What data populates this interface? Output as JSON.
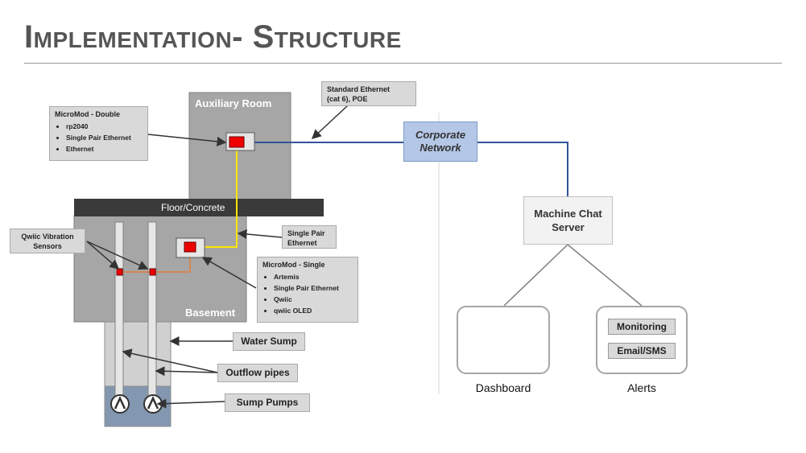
{
  "title": "Implementation- Structure",
  "rooms": {
    "auxiliary": "Auxiliary Room",
    "floor": "Floor/Concrete",
    "basement": "Basement"
  },
  "callouts": {
    "micromod_double": {
      "title": "MicroMod - Double",
      "items": [
        "rp2040",
        "Single Pair Ethernet",
        "Ethernet"
      ]
    },
    "standard_ethernet": {
      "line1": "Standard Ethernet",
      "line2": "(cat 6), POE"
    },
    "qwiic_sensors": {
      "line1": "Qwiic Vibration",
      "line2": "Sensors"
    },
    "single_pair_ethernet": {
      "line1": "Single Pair",
      "line2": "Ethernet"
    },
    "micromod_single": {
      "title": "MicroMod - Single",
      "items": [
        "Artemis",
        "Single Pair Ethernet",
        "Qwiic",
        "qwiic OLED"
      ]
    },
    "water_sump": "Water Sump",
    "outflow_pipes": "Outflow pipes",
    "sump_pumps": "Sump Pumps"
  },
  "network": {
    "corporate": {
      "line1": "Corporate",
      "line2": "Network"
    },
    "server": {
      "line1": "Machine Chat",
      "line2": "Server"
    }
  },
  "outputs": {
    "dashboard_label": "Dashboard",
    "alerts_label": "Alerts",
    "alert_items": [
      "Monitoring",
      "Email/SMS"
    ]
  },
  "colors": {
    "network_line": "#2f5597",
    "spe_line": "#ffe600",
    "sensor_line": "#e07b39",
    "device_red": "#ee0000",
    "sump_water": "#8497b0",
    "corporate_fill": "#b4c7e7"
  },
  "icons": [
    "waveform-chart-icon",
    "bar-chart-icon",
    "text-lines-icon",
    "gauge-icon",
    "pump-icon"
  ]
}
